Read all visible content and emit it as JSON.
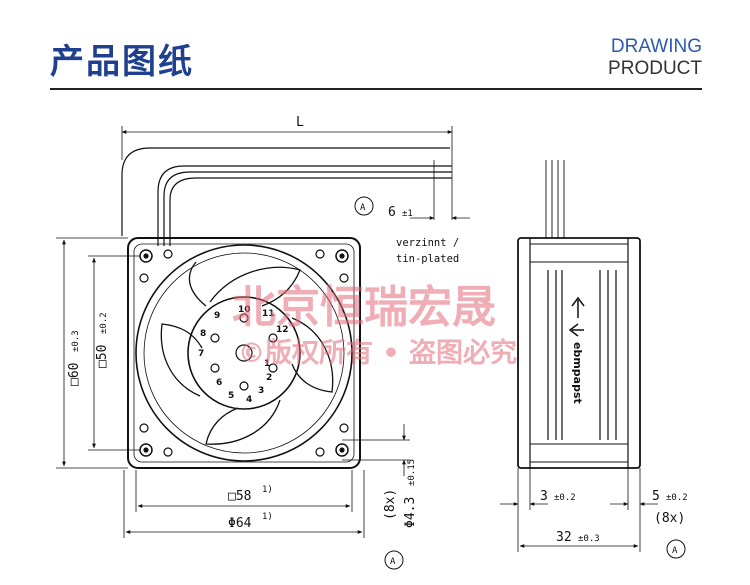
{
  "header": {
    "title_cn": "产品图纸",
    "title_en_line1": "DRAWING",
    "title_en_line2": "PRODUCT"
  },
  "dimensions": {
    "length_label": "L",
    "lead_offset": "6",
    "lead_offset_tol": "±1",
    "lead_note_de": "verzinnt /",
    "lead_note_en": "tin-plated",
    "outer_square": "□60",
    "outer_square_tol": "±0.3",
    "hole_square": "□50",
    "hole_square_tol": "±0.2",
    "bottom_square": "□58",
    "bottom_square_note": "1)",
    "diameter": "Φ64",
    "diameter_note": "1)",
    "hole_dia": "Φ4.3",
    "hole_dia_tol": "±0.15",
    "hole_count": "(8x)",
    "side_flange": "3",
    "side_flange_tol": "±0.2",
    "side_right": "5",
    "side_right_tol": "±0.2",
    "side_right_count": "(8x)",
    "depth": "32",
    "depth_tol": "±0.3",
    "view_marker": "A"
  },
  "hub_numbers": [
    "1",
    "2",
    "3",
    "4",
    "5",
    "6",
    "7",
    "8",
    "9",
    "10",
    "11",
    "12"
  ],
  "brand_text": "ebmpapst",
  "watermark": {
    "line1": "北京恒瑞宏晟",
    "line2": "©版权所有 • 盗图必究"
  },
  "colors": {
    "title": "#1f3f8f",
    "accent": "#2c5ab0",
    "watermark": "#e26b7a"
  }
}
